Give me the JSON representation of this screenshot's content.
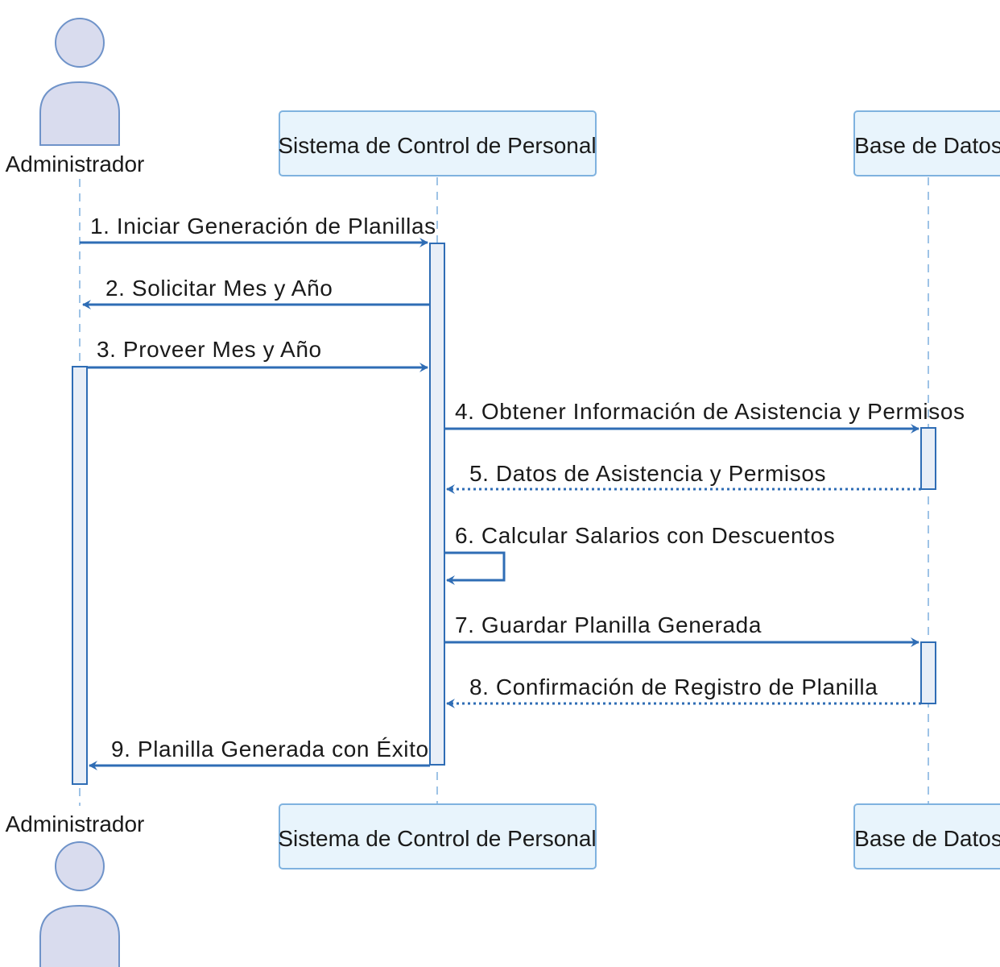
{
  "diagram": {
    "type": "sequence",
    "actor": {
      "label": "Administrador"
    },
    "participants": [
      {
        "id": "system",
        "label": "Sistema de Control de Personal"
      },
      {
        "id": "db",
        "label": "Base de Datos"
      }
    ],
    "messages": [
      {
        "text": "1. Iniciar Generación de Planillas",
        "from": "admin",
        "to": "system",
        "style": "solid"
      },
      {
        "text": "2. Solicitar Mes y Año",
        "from": "system",
        "to": "admin",
        "style": "solid"
      },
      {
        "text": "3. Proveer Mes y Año",
        "from": "admin",
        "to": "system",
        "style": "solid"
      },
      {
        "text": "4. Obtener Información de Asistencia y Permisos",
        "from": "system",
        "to": "db",
        "style": "solid"
      },
      {
        "text": "5. Datos de Asistencia y Permisos",
        "from": "db",
        "to": "system",
        "style": "dotted"
      },
      {
        "text": "6. Calcular Salarios con Descuentos",
        "from": "system",
        "to": "system",
        "style": "solid"
      },
      {
        "text": "7. Guardar Planilla Generada",
        "from": "system",
        "to": "db",
        "style": "solid"
      },
      {
        "text": "8. Confirmación de Registro de Planilla",
        "from": "db",
        "to": "system",
        "style": "dotted"
      },
      {
        "text": "9. Planilla Generada con Éxito",
        "from": "system",
        "to": "admin",
        "style": "solid"
      }
    ],
    "colors": {
      "arrow": "#2f6db5",
      "lifeline": "#9ec3e6",
      "box_fill": "#e8f4fc",
      "box_stroke": "#7fb2df",
      "actor_fill": "#d9dcee",
      "actor_stroke": "#6f93c9",
      "activation_fill": "#e8eef7",
      "text": "#1a1a1a"
    }
  }
}
